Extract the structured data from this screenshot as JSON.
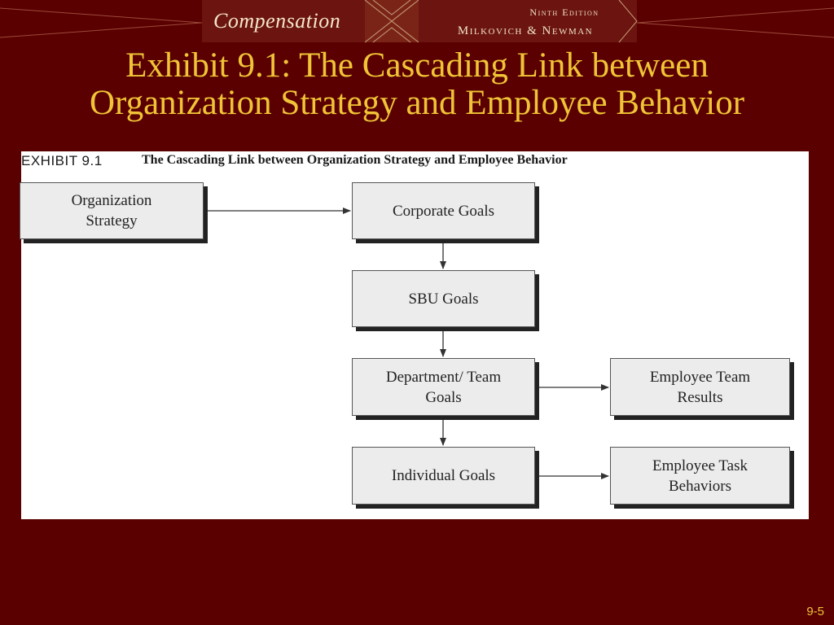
{
  "header": {
    "logo_text": "Compensation",
    "edition": "Ninth Edition",
    "authors": "Milkovich & Newman"
  },
  "title": {
    "line1": "Exhibit 9.1: The Cascading Link between",
    "line2": "Organization Strategy and Employee Behavior"
  },
  "exhibit": {
    "number": "EXHIBIT 9.1",
    "caption": "The Cascading Link between Organization Strategy and Employee Behavior"
  },
  "boxes": {
    "org_strategy": [
      "Organization",
      "Strategy"
    ],
    "corporate_goals": [
      "Corporate Goals"
    ],
    "sbu_goals": [
      "SBU Goals"
    ],
    "dept_team_goals": [
      "Department/ Team",
      "Goals"
    ],
    "individual_goals": [
      "Individual Goals"
    ],
    "team_results": [
      "Employee Team",
      "Results"
    ],
    "task_behaviors": [
      "Employee Task",
      "Behaviors"
    ]
  },
  "page_number": "9-5",
  "colors": {
    "background": "#5a0000",
    "title": "#f0c436",
    "box_fill": "#ececec",
    "box_shadow": "#222222"
  }
}
